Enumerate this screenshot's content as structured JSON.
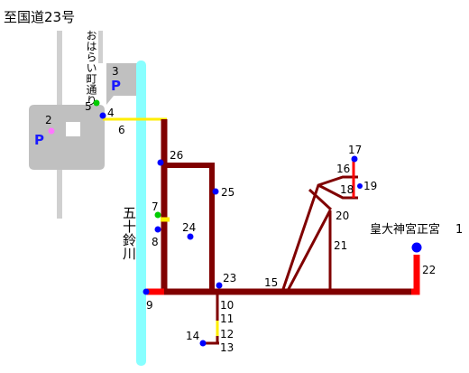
{
  "title": "至国道23号",
  "street_label": "おはらい町通り",
  "river_label": "五十鈴川",
  "shrine_label": "皇大神宮正宮",
  "shrine_number": "1",
  "parking": [
    {
      "symbol": "P",
      "number": "2"
    },
    {
      "symbol": "P",
      "number": "3"
    }
  ],
  "stops": [
    {
      "number": "4",
      "color": "#0000ff"
    },
    {
      "number": "5",
      "color": "#00cc00"
    },
    {
      "number": "6",
      "color": "#ffee00"
    },
    {
      "number": "7",
      "color": "#00cc00"
    },
    {
      "number": "8",
      "color": "#0000ff"
    },
    {
      "number": "9",
      "color": "#0000ff"
    },
    {
      "number": "10",
      "color": "#ffee00"
    },
    {
      "number": "11",
      "color": "#ffee00"
    },
    {
      "number": "12",
      "color": "#ffee00"
    },
    {
      "number": "13",
      "color": "#ff0000"
    },
    {
      "number": "14",
      "color": "#0000ff"
    },
    {
      "number": "15",
      "color": "#800000"
    },
    {
      "number": "16",
      "color": "#ff0000"
    },
    {
      "number": "17",
      "color": "#0000ff"
    },
    {
      "number": "18",
      "color": "#ff0000"
    },
    {
      "number": "19",
      "color": "#0000ff"
    },
    {
      "number": "20",
      "color": "#800000"
    },
    {
      "number": "21",
      "color": "#ff0000"
    },
    {
      "number": "22",
      "color": "#ff0000"
    },
    {
      "number": "23",
      "color": "#0000ff"
    },
    {
      "number": "24",
      "color": "#0000ff"
    },
    {
      "number": "25",
      "color": "#0000ff"
    },
    {
      "number": "26",
      "color": "#0000ff"
    }
  ],
  "colors": {
    "route": "#800000",
    "route_red": "#ff0000",
    "route_yellow": "#ffee00",
    "river": "#88ffff",
    "parking_area": "#c0c0c0",
    "gray_road": "#d0d0d0",
    "marker_blue": "#0000ff",
    "marker_green": "#00cc00",
    "marker_pink": "#ff77ff"
  }
}
